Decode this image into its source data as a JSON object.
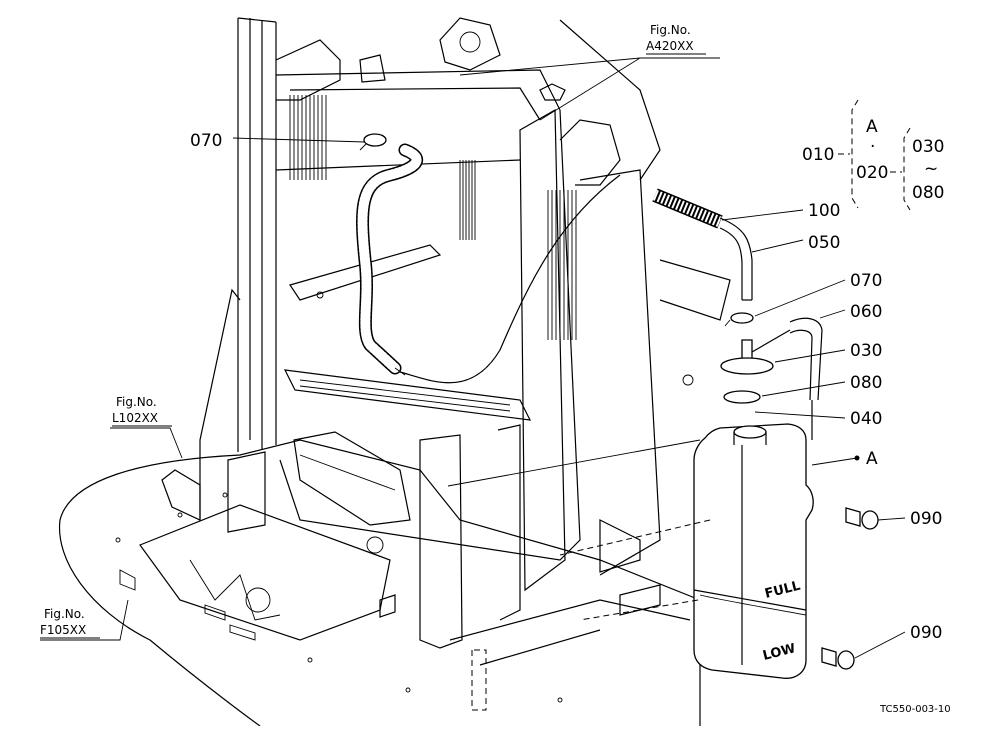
{
  "diagram": {
    "callouts": [
      {
        "id": "070a",
        "text": "070"
      },
      {
        "id": "100",
        "text": "100"
      },
      {
        "id": "050",
        "text": "050"
      },
      {
        "id": "070b",
        "text": "070"
      },
      {
        "id": "060",
        "text": "060"
      },
      {
        "id": "030",
        "text": "030"
      },
      {
        "id": "080",
        "text": "080"
      },
      {
        "id": "040",
        "text": "040"
      },
      {
        "id": "A",
        "text": "A"
      },
      {
        "id": "090a",
        "text": "090"
      },
      {
        "id": "090b",
        "text": "090"
      }
    ],
    "figure_refs": [
      {
        "line1": "Fig.No.",
        "line2": "A420XX"
      },
      {
        "line1": "Fig.No.",
        "line2": "L102XX"
      },
      {
        "line1": "Fig.No.",
        "line2": "F105XX"
      }
    ],
    "legend": {
      "left": "010",
      "a": "A",
      "dot": "·",
      "mid": "020",
      "top": "030",
      "tilde": "~",
      "bottom": "080"
    },
    "tank_marks": {
      "full": "FULL",
      "low": "LOW"
    },
    "drawing_code": "TC550-003-10"
  }
}
